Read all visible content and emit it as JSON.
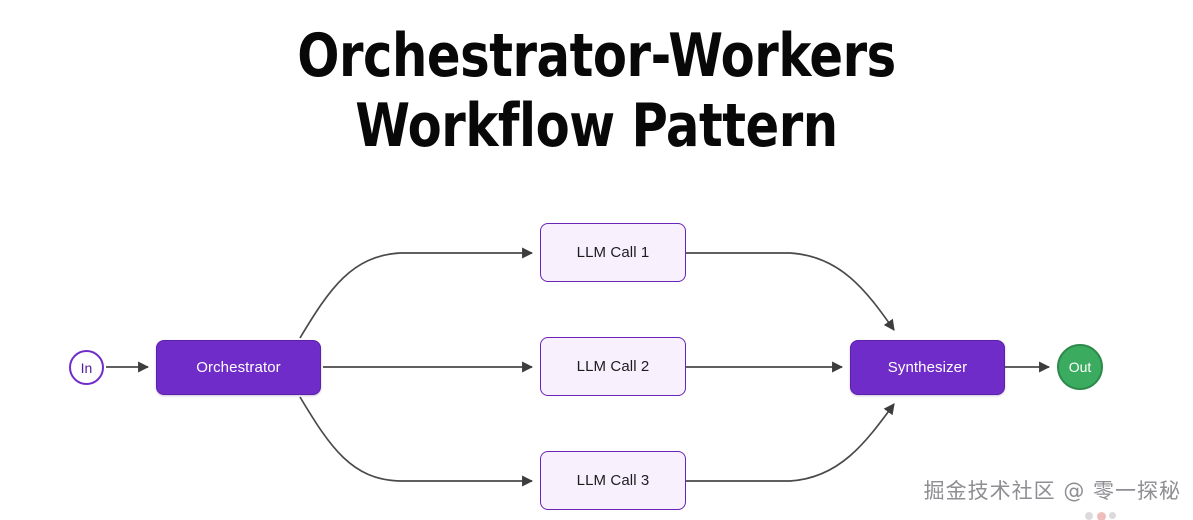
{
  "title": {
    "line1": "Orchestrator-Workers",
    "line2": "Workflow Pattern"
  },
  "colors": {
    "background": "#ffffff",
    "node_primary_fill": "#6f2cc8",
    "node_primary_stroke": "#5b21a8",
    "node_light_fill": "#f8f0fd",
    "node_light_stroke": "#6a24b8",
    "node_out_fill": "#3bab5f",
    "node_out_stroke": "#2e8a4b",
    "edge_stroke": "#4a4a4a",
    "title_text": "#080808",
    "watermark_text": "#8e8e93"
  },
  "diagram": {
    "type": "flowchart",
    "direction": "left-to-right",
    "nodes": [
      {
        "id": "in",
        "label": "In",
        "shape": "circle",
        "style": "outline-purple"
      },
      {
        "id": "orchestrator",
        "label": "Orchestrator",
        "shape": "rounded-rect",
        "style": "filled-purple"
      },
      {
        "id": "llm1",
        "label": "LLM Call 1",
        "shape": "rounded-rect",
        "style": "light-lavender"
      },
      {
        "id": "llm2",
        "label": "LLM Call 2",
        "shape": "rounded-rect",
        "style": "light-lavender"
      },
      {
        "id": "llm3",
        "label": "LLM Call 3",
        "shape": "rounded-rect",
        "style": "light-lavender"
      },
      {
        "id": "synthesizer",
        "label": "Synthesizer",
        "shape": "rounded-rect",
        "style": "filled-purple"
      },
      {
        "id": "out",
        "label": "Out",
        "shape": "circle",
        "style": "filled-green"
      }
    ],
    "edges": [
      {
        "from": "in",
        "to": "orchestrator",
        "kind": "straight"
      },
      {
        "from": "orchestrator",
        "to": "llm1",
        "kind": "curved-up"
      },
      {
        "from": "orchestrator",
        "to": "llm2",
        "kind": "straight"
      },
      {
        "from": "orchestrator",
        "to": "llm3",
        "kind": "curved-down"
      },
      {
        "from": "llm1",
        "to": "synthesizer",
        "kind": "curved-down"
      },
      {
        "from": "llm2",
        "to": "synthesizer",
        "kind": "straight"
      },
      {
        "from": "llm3",
        "to": "synthesizer",
        "kind": "curved-up"
      },
      {
        "from": "synthesizer",
        "to": "out",
        "kind": "straight"
      }
    ]
  },
  "watermark": {
    "text": "掘金技术社区 @ 零一探秘"
  }
}
